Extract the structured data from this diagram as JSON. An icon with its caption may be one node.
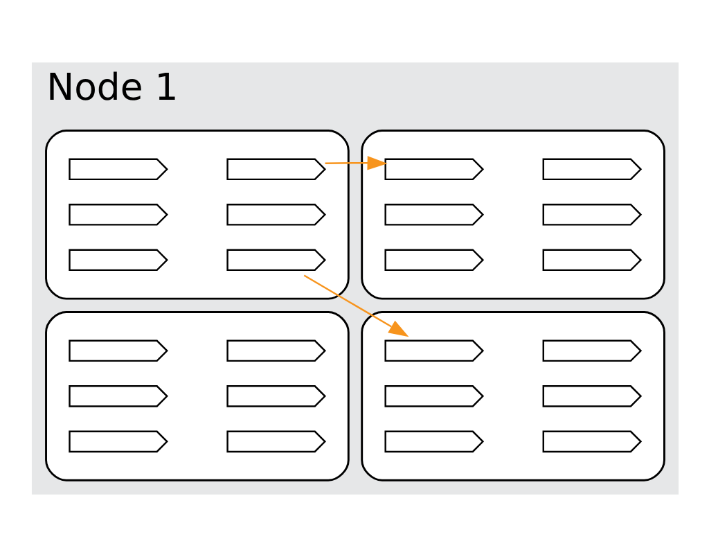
{
  "diagram": {
    "nodes": [
      {
        "text": [
          "Node 1"
        ]
      },
      {
        "text": [],
        "shape": "box",
        "in": 0
      },
      {
        "text": [],
        "shape": "arrow",
        "in": 1
      },
      {
        "text": [],
        "shape": "arrow",
        "in": 1
      },
      {
        "text": [],
        "shape": "arrow",
        "in": 1
      },
      {
        "text": [],
        "shape": "arrow",
        "in": 1
      },
      {
        "text": [],
        "shape": "arrow",
        "in": 1
      },
      {
        "text": [],
        "shape": "arrow",
        "in": 1
      },
      {
        "text": [],
        "shape": "box",
        "in": 0
      },
      {
        "text": [],
        "shape": "arrow",
        "in": 8
      },
      {
        "text": [],
        "shape": "arrow",
        "in": 8
      },
      {
        "text": [],
        "shape": "arrow",
        "in": 8
      },
      {
        "text": [],
        "shape": "arrow",
        "in": 8
      },
      {
        "text": [],
        "shape": "arrow",
        "in": 8
      },
      {
        "text": [],
        "shape": "arrow",
        "in": 8
      },
      {
        "text": [],
        "shape": "box",
        "in": 0
      },
      {
        "text": [],
        "shape": "arrow",
        "in": 15
      },
      {
        "text": [],
        "shape": "arrow",
        "in": 15
      },
      {
        "text": [],
        "shape": "arrow",
        "in": 15
      },
      {
        "text": [],
        "shape": "arrow",
        "in": 15
      },
      {
        "text": [],
        "shape": "arrow",
        "in": 15
      },
      {
        "text": [],
        "shape": "arrow",
        "in": 15
      },
      {
        "text": [],
        "shape": "box",
        "in": 0
      },
      {
        "text": [],
        "shape": "arrow",
        "in": 22
      },
      {
        "text": [],
        "shape": "arrow",
        "in": 22
      },
      {
        "text": [],
        "shape": "arrow",
        "in": 22
      },
      {
        "text": [],
        "shape": "arrow",
        "in": 22
      },
      {
        "text": [],
        "shape": "arrow",
        "in": 22
      },
      {
        "text": [],
        "shape": "arrow",
        "in": 22
      }
    ],
    "edges": [
      {
        "from": 3,
        "to": 9,
        "arrow": "to",
        "color": "#f7941d"
      },
      {
        "from": 7,
        "to": 23,
        "arrow": "to",
        "color": "#f7941d"
      }
    ]
  }
}
